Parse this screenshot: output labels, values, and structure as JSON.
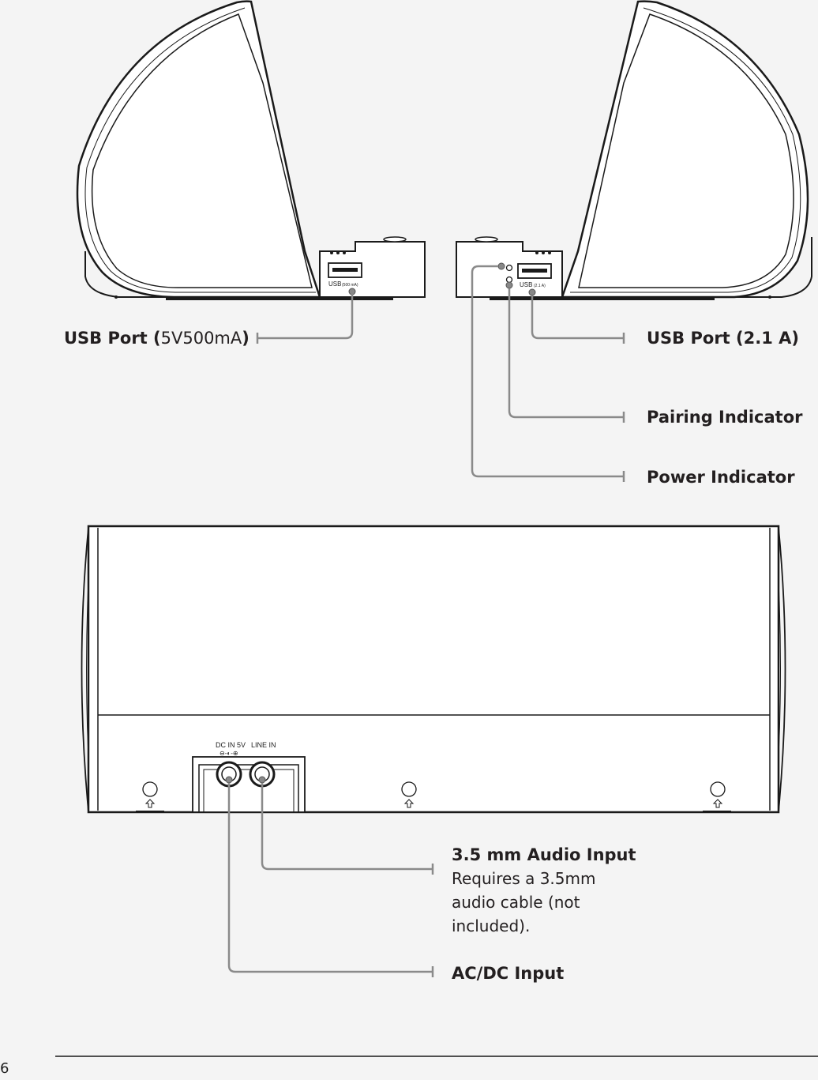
{
  "labels": {
    "usb_left_bold": "USB Port (",
    "usb_left_value": "5V500mA",
    "usb_left_close": ")",
    "usb_right": "USB Port (2.1 A)",
    "pairing": "Pairing Indicator",
    "power": "Power Indicator",
    "audio_title": "3.5 mm Audio Input",
    "audio_desc": "Requires a 3.5mm audio cable (not included).",
    "acdc": "AC/DC Input"
  },
  "device_markings": {
    "usb_left": "USB",
    "usb_left_rating": "(500 mA)",
    "usb_right": "USB",
    "usb_right_rating": "(2.1 A)",
    "dc_in": "DC IN 5V",
    "dc_polarity": "⊖-◐-⊕",
    "line_in": "LINE IN"
  },
  "page_number": "6"
}
